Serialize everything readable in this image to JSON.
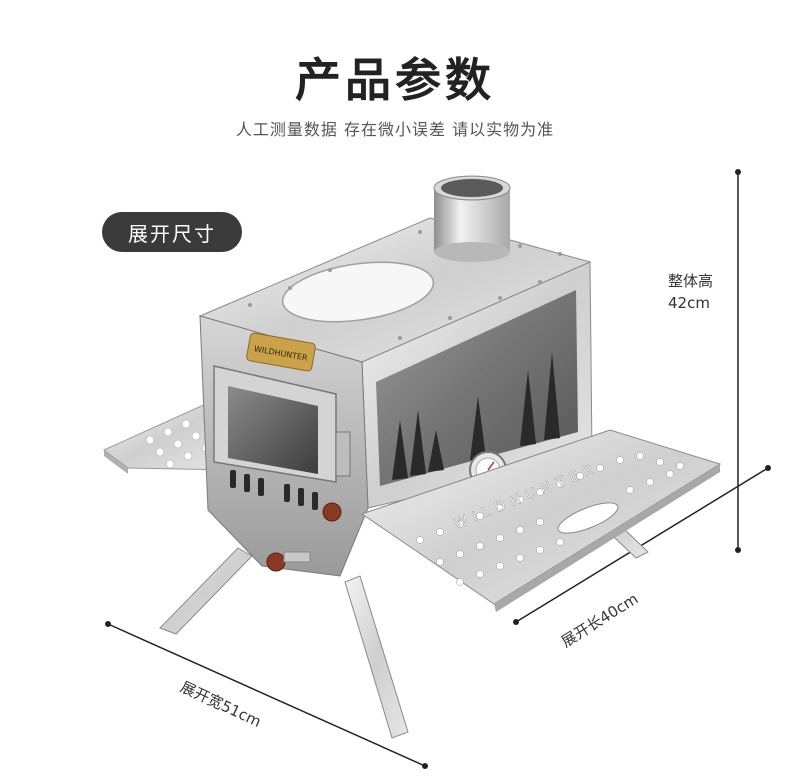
{
  "header": {
    "title": "产品参数",
    "subtitle": "人工测量数据 存在微小误差 请以实物为准"
  },
  "section_badge": "展开尺寸",
  "dimensions": {
    "height_label": "整体高",
    "height_value": "42cm",
    "width_text": "展开宽51cm",
    "length_text": "展开长40cm"
  },
  "product": {
    "brand_plate": "WILDHUNTER",
    "shelf_text": "WILDHUNTER"
  }
}
